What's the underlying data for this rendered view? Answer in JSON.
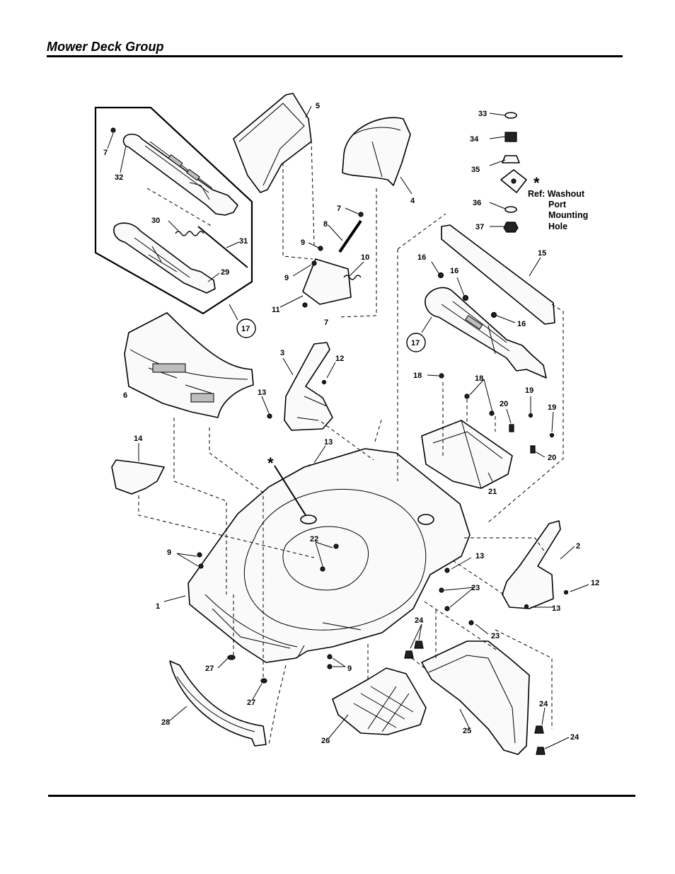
{
  "header": {
    "title": "Mower Deck Group"
  },
  "callouts": [
    {
      "id": "c1",
      "text": "1"
    },
    {
      "id": "c2",
      "text": "2"
    },
    {
      "id": "c3",
      "text": "3"
    },
    {
      "id": "c4",
      "text": "4"
    },
    {
      "id": "c5",
      "text": "5"
    },
    {
      "id": "c6",
      "text": "6"
    },
    {
      "id": "c7a",
      "text": "7"
    },
    {
      "id": "c7b",
      "text": "7"
    },
    {
      "id": "c7c",
      "text": "7"
    },
    {
      "id": "c8",
      "text": "8"
    },
    {
      "id": "c9a",
      "text": "9"
    },
    {
      "id": "c9b",
      "text": "9"
    },
    {
      "id": "c9c",
      "text": "9"
    },
    {
      "id": "c9d",
      "text": "9"
    },
    {
      "id": "c10",
      "text": "10"
    },
    {
      "id": "c11",
      "text": "11"
    },
    {
      "id": "c12a",
      "text": "12"
    },
    {
      "id": "c12b",
      "text": "12"
    },
    {
      "id": "c13a",
      "text": "13"
    },
    {
      "id": "c13b",
      "text": "13"
    },
    {
      "id": "c13c",
      "text": "13"
    },
    {
      "id": "c13d",
      "text": "13"
    },
    {
      "id": "c14",
      "text": "14"
    },
    {
      "id": "c15",
      "text": "15"
    },
    {
      "id": "c16a",
      "text": "16"
    },
    {
      "id": "c16b",
      "text": "16"
    },
    {
      "id": "c16c",
      "text": "16"
    },
    {
      "id": "c17a",
      "text": "17"
    },
    {
      "id": "c17b",
      "text": "17"
    },
    {
      "id": "c18a",
      "text": "18"
    },
    {
      "id": "c18b",
      "text": "18"
    },
    {
      "id": "c19a",
      "text": "19"
    },
    {
      "id": "c19b",
      "text": "19"
    },
    {
      "id": "c20a",
      "text": "20"
    },
    {
      "id": "c20b",
      "text": "20"
    },
    {
      "id": "c21",
      "text": "21"
    },
    {
      "id": "c22",
      "text": "22"
    },
    {
      "id": "c23a",
      "text": "23"
    },
    {
      "id": "c23b",
      "text": "23"
    },
    {
      "id": "c24a",
      "text": "24"
    },
    {
      "id": "c24b",
      "text": "24"
    },
    {
      "id": "c24c",
      "text": "24"
    },
    {
      "id": "c25",
      "text": "25"
    },
    {
      "id": "c26",
      "text": "26"
    },
    {
      "id": "c27a",
      "text": "27"
    },
    {
      "id": "c27b",
      "text": "27"
    },
    {
      "id": "c28",
      "text": "28"
    },
    {
      "id": "c29",
      "text": "29"
    },
    {
      "id": "c30",
      "text": "30"
    },
    {
      "id": "c31",
      "text": "31"
    },
    {
      "id": "c32",
      "text": "32"
    },
    {
      "id": "c33",
      "text": "33"
    },
    {
      "id": "c34",
      "text": "34"
    },
    {
      "id": "c35",
      "text": "35"
    },
    {
      "id": "c36",
      "text": "36"
    },
    {
      "id": "c37",
      "text": "37"
    }
  ],
  "ref_note": {
    "asterisk": "*",
    "lines": [
      "Ref: Washout",
      "Port",
      "Mounting",
      "Hole"
    ]
  },
  "deck_marker": {
    "asterisk": "*"
  }
}
